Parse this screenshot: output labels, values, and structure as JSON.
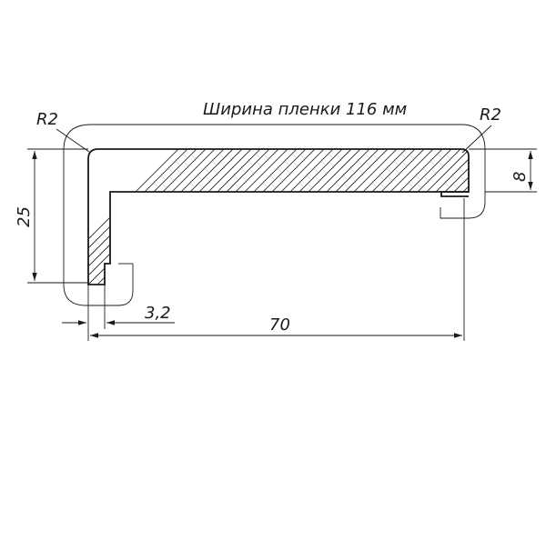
{
  "drawing": {
    "film_width_label": "Ширина пленки  116  мм",
    "radius_left_label": "R2",
    "radius_right_label": "R2",
    "dim_height_total": "25",
    "dim_height_shelf": "8",
    "dim_thickness": "3,2",
    "dim_width_total": "70"
  },
  "colors": {
    "line": "#1a1a1a",
    "background": "#ffffff"
  }
}
